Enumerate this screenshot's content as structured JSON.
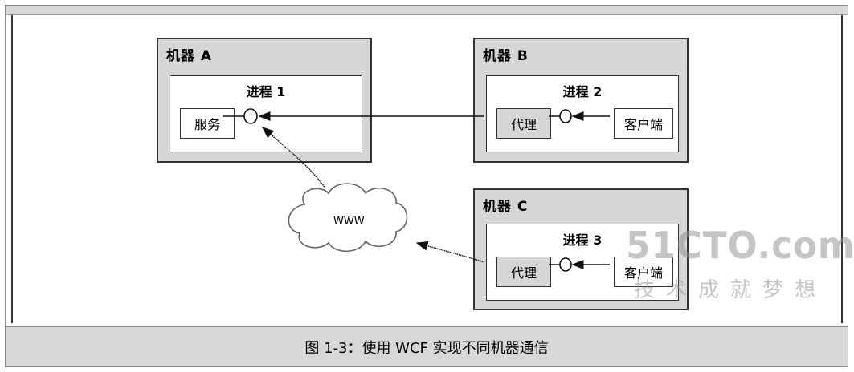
{
  "diagram": {
    "machines": [
      {
        "title": "机器 A",
        "process": {
          "title": "进程 1",
          "service_box": "服务"
        }
      },
      {
        "title": "机器 B",
        "process": {
          "title": "进程 2",
          "proxy_box": "代理",
          "client_box": "客户端"
        }
      },
      {
        "title": "机器 C",
        "process": {
          "title": "进程 3",
          "proxy_box": "代理",
          "client_box": "客户端"
        }
      }
    ],
    "cloud_label": "WWW"
  },
  "watermark": {
    "main": "51CTO.com",
    "sub": "技术成就梦想"
  },
  "caption": "图 1-3：使用 WCF 实现不同机器通信"
}
